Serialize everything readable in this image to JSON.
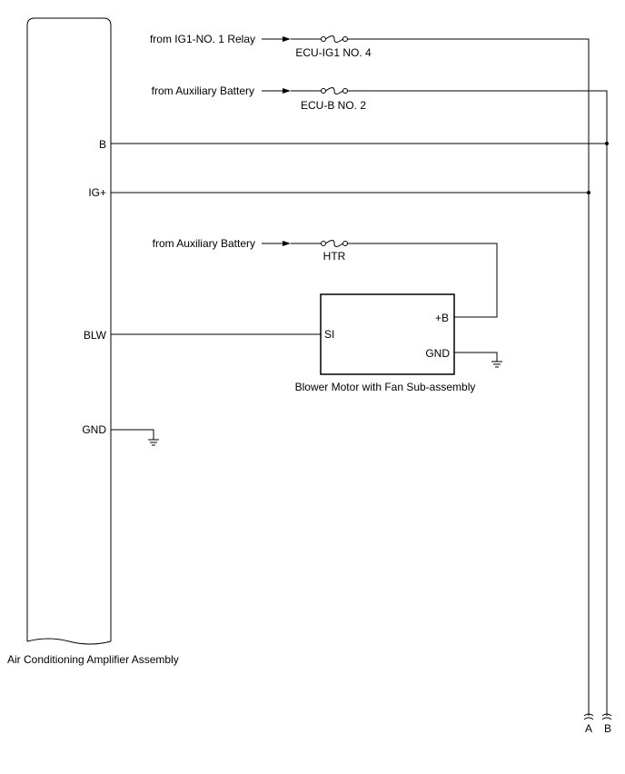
{
  "amplifier": {
    "name": "Air Conditioning Amplifier Assembly",
    "terminals": {
      "b": "B",
      "ig": "IG+",
      "blw": "BLW",
      "gnd": "GND"
    }
  },
  "sources": {
    "ig1_relay": "from IG1-NO. 1 Relay",
    "aux_battery_1": "from Auxiliary Battery",
    "aux_battery_2": "from Auxiliary Battery"
  },
  "fuses": {
    "ecu_ig1": "ECU-IG1 NO. 4",
    "ecu_b": "ECU-B NO. 2",
    "htr": "HTR"
  },
  "blower": {
    "name": "Blower Motor with Fan Sub-assembly",
    "terminals": {
      "si": "SI",
      "plus_b": "+B",
      "gnd": "GND"
    }
  },
  "connectors": {
    "a": "A",
    "b": "B"
  }
}
